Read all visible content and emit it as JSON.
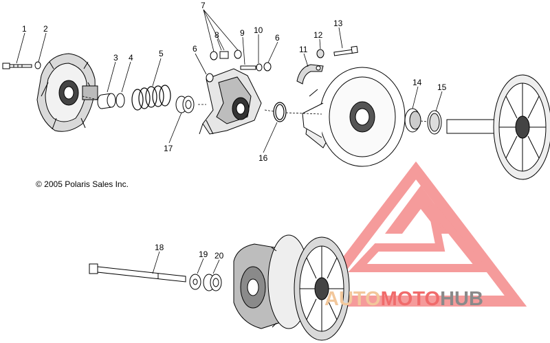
{
  "callouts": {
    "c1": "1",
    "c2": "2",
    "c3": "3",
    "c4": "4",
    "c5": "5",
    "c6a": "6",
    "c6b": "6",
    "c7": "7",
    "c8": "8",
    "c9": "9",
    "c10": "10",
    "c11": "11",
    "c12": "12",
    "c13": "13",
    "c14": "14",
    "c15": "15",
    "c16": "16",
    "c17": "17",
    "c18": "18",
    "c19": "19",
    "c20": "20"
  },
  "copyright": "© 2005 Polaris Sales Inc.",
  "watermark": {
    "part1": "AUTO",
    "part2": "MOTO",
    "part3": "HUB",
    "color_auto": "#f2c79b",
    "color_moto": "#f06b6b",
    "color_hub": "#8a8a8a",
    "logo_color": "#f27a7a"
  }
}
